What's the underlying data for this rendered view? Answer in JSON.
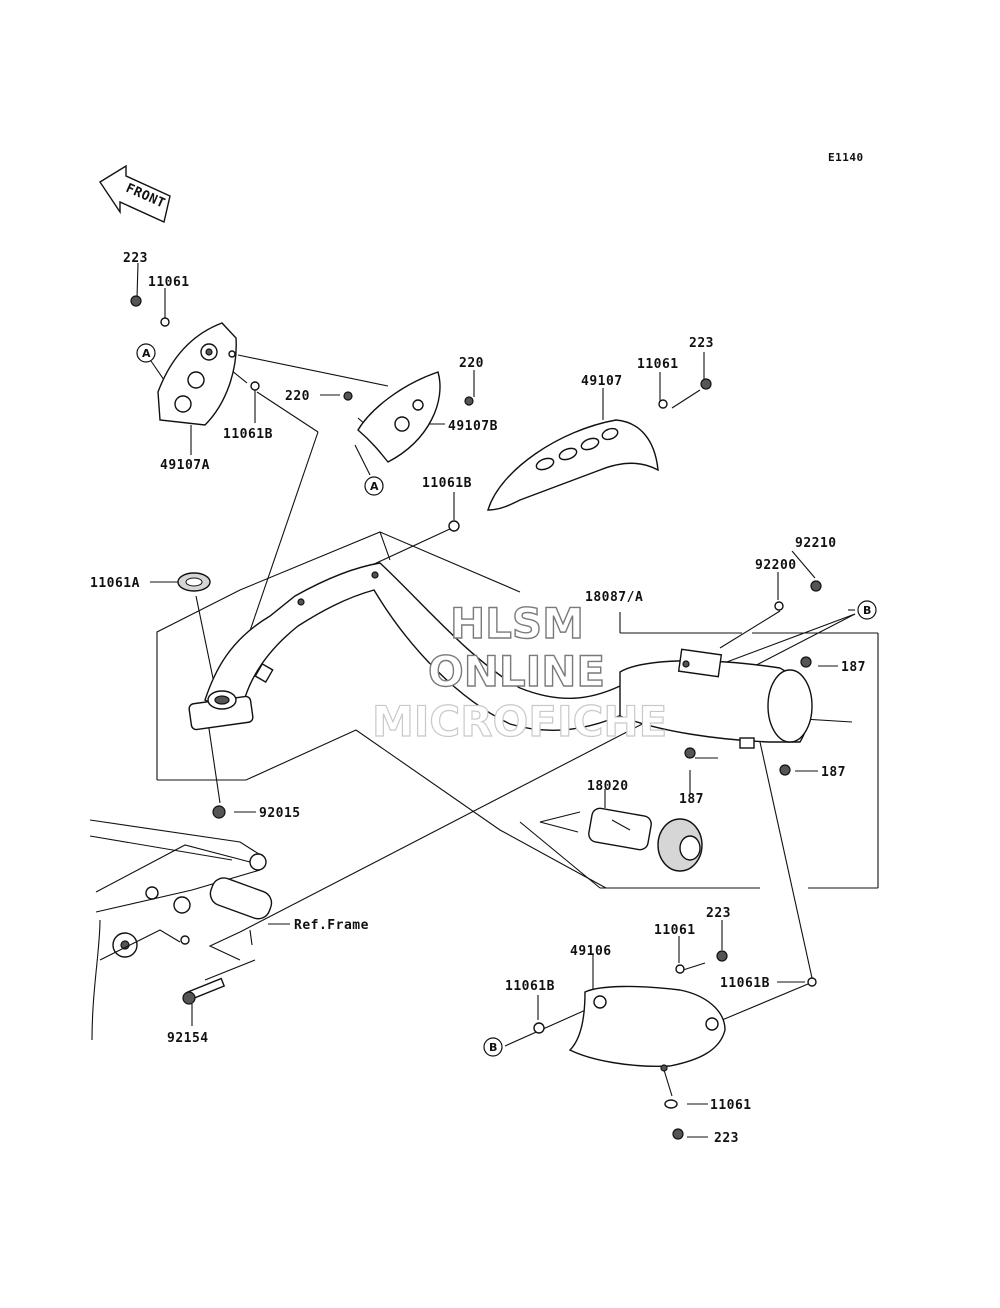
{
  "diagram_code": "E1140",
  "front_label": "FRONT",
  "callouts": {
    "a_top": "A",
    "a_mid": "A",
    "b_right": "B",
    "b_bottom": "B"
  },
  "labels": {
    "p223_a": "223",
    "p11061_a": "11061",
    "p11061b_a": "11061B",
    "p49107a": "49107A",
    "p220_a": "220",
    "p220_b": "220",
    "p49107b": "49107B",
    "p11061_b": "11061",
    "p223_b": "223",
    "p49107": "49107",
    "p11061b_b": "11061B",
    "p11061a": "11061A",
    "p92210": "92210",
    "p92200": "92200",
    "p18087a": "18087/A",
    "p187_a": "187",
    "p187_b": "187",
    "p187_c": "187",
    "p18020": "18020",
    "p92015": "92015",
    "ref_frame": "Ref.Frame",
    "p92154": "92154",
    "p223_c": "223",
    "p11061_c": "11061",
    "p49106": "49106",
    "p11061b_c": "11061B",
    "p11061b_d": "11061B",
    "p11061_d": "11061",
    "p223_d": "223"
  },
  "watermark": {
    "line1": "HLSM",
    "line2": "ONLINE",
    "line3": "MICROFICHE"
  }
}
